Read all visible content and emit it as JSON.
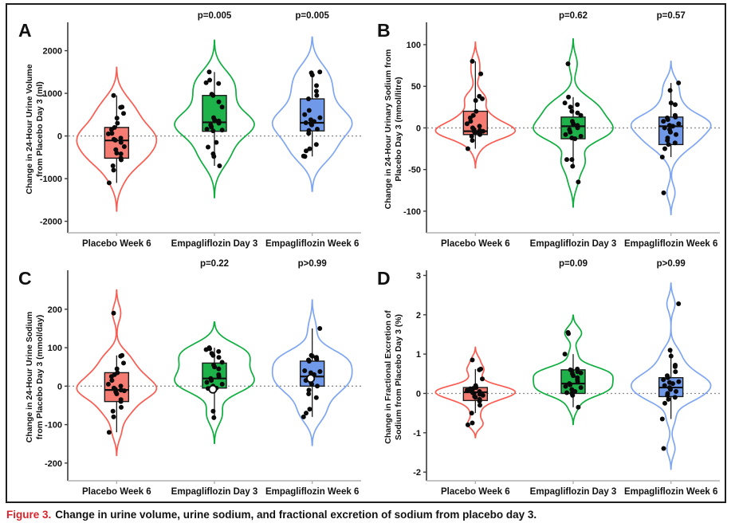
{
  "caption": {
    "label": "Figure 3.",
    "text": "Change in urine volume, urine sodium, and fractional excretion of sodium from placebo day 3."
  },
  "colors": {
    "red_fill": "#F47C72",
    "red_stroke": "#FB5B51",
    "green_fill": "#1EB24B",
    "green_stroke": "#0EAE3E",
    "blue_fill": "#7199E9",
    "blue_stroke": "#7FA6F3",
    "dot": "#0a0a0a",
    "zero_line": "#8c8c8c",
    "axis": "#3c3c3c",
    "baseline": "#b0b0b0",
    "box_border": "#1a1a1a",
    "caption_red": "#D8232A"
  },
  "categories": [
    "Placebo Week 6",
    "Empagliflozin Day 3",
    "Empagliflozin Week 6"
  ],
  "chart_data": [
    {
      "id": "A",
      "type": "violin-box-scatter",
      "panel_letter": "A",
      "ylabel_lines": [
        "Change in 24-Hour Urine Volume",
        "from Placebo Day 3 (ml)"
      ],
      "ylim": [
        -2270,
        2590
      ],
      "yticks": [
        -2000,
        -1000,
        0,
        1000,
        2000
      ],
      "zero_line": true,
      "p_labels": [
        "",
        "p=0.005",
        "p=0.005"
      ],
      "series": [
        {
          "name": "Placebo Week 6",
          "color": "red",
          "points": [
            950,
            680,
            670,
            530,
            420,
            300,
            200,
            150,
            60,
            50,
            -50,
            -80,
            -100,
            -150,
            -250,
            -320,
            -400,
            -420,
            -520,
            -560,
            -700,
            -800,
            -1100
          ],
          "box": {
            "q1": -520,
            "median": -105,
            "q3": 200,
            "whisker_low": -1100,
            "whisker_high": 950
          },
          "open_point": null
        },
        {
          "name": "Empagliflozin Day 3",
          "color": "green",
          "points": [
            1500,
            1310,
            1250,
            1230,
            980,
            950,
            800,
            680,
            430,
            380,
            350,
            330,
            300,
            260,
            210,
            160,
            140,
            120,
            -150,
            -260,
            -420,
            -480,
            -700
          ],
          "box": {
            "q1": 110,
            "median": 320,
            "q3": 950,
            "whisker_low": -700,
            "whisker_high": 1500
          },
          "open_point": null
        },
        {
          "name": "Empagliflozin Week 6",
          "color": "blue",
          "points": [
            1500,
            1480,
            1430,
            1180,
            1050,
            950,
            870,
            600,
            500,
            430,
            380,
            340,
            310,
            290,
            260,
            160,
            130,
            60,
            -200,
            -300,
            -350,
            -470,
            -480
          ],
          "box": {
            "q1": 120,
            "median": 310,
            "q3": 870,
            "whisker_low": -480,
            "whisker_high": 1500
          },
          "open_point": null
        }
      ]
    },
    {
      "id": "B",
      "type": "violin-box-scatter",
      "panel_letter": "B",
      "ylabel_lines": [
        "Change in 24-Hour Urinary Sodium from",
        "Placebo Day 3 (mmol/litre)"
      ],
      "ylim": [
        -126,
        123
      ],
      "yticks": [
        -100,
        -50,
        0,
        50,
        100
      ],
      "zero_line": true,
      "p_labels": [
        "",
        "p=0.62",
        "p=0.57"
      ],
      "series": [
        {
          "name": "Placebo Week 6",
          "color": "red",
          "points": [
            80,
            65,
            38,
            35,
            33,
            20,
            15,
            12,
            8,
            5,
            2,
            0,
            -2,
            -3,
            -4,
            -5,
            -5,
            -6,
            -6,
            -8,
            -10,
            -15,
            -25
          ],
          "box": {
            "q1": -8,
            "median": -4,
            "q3": 20,
            "whisker_low": -25,
            "whisker_high": 80
          },
          "open_point": null
        },
        {
          "name": "Empagliflozin Day 3",
          "color": "green",
          "points": [
            77,
            37,
            30,
            28,
            25,
            20,
            18,
            15,
            8,
            5,
            3,
            2,
            0,
            -2,
            -5,
            -8,
            -10,
            -12,
            -13,
            -38,
            -38,
            -46,
            -65
          ],
          "box": {
            "q1": -13,
            "median": 2,
            "q3": 13,
            "whisker_low": -46,
            "whisker_high": 37
          },
          "open_point": null
        },
        {
          "name": "Empagliflozin Week 6",
          "color": "blue",
          "points": [
            54,
            45,
            30,
            28,
            15,
            13,
            12,
            10,
            8,
            5,
            3,
            2,
            0,
            -2,
            -5,
            -8,
            -12,
            -15,
            -18,
            -20,
            -25,
            -35,
            -78
          ],
          "box": {
            "q1": -20,
            "median": 2,
            "q3": 13,
            "whisker_low": -35,
            "whisker_high": 54
          },
          "open_point": null
        }
      ]
    },
    {
      "id": "C",
      "type": "violin-box-scatter",
      "panel_letter": "C",
      "ylabel_lines": [
        "Change in 24-Hour Urine Sodium",
        "from Placebo Day 3 (mmol/day)"
      ],
      "ylim": [
        -246,
        293
      ],
      "yticks": [
        -200,
        -100,
        0,
        100,
        200
      ],
      "zero_line": true,
      "p_labels": [
        "",
        "p=0.22",
        "p>0.99"
      ],
      "series": [
        {
          "name": "Placebo Week 6",
          "color": "red",
          "points": [
            190,
            80,
            78,
            60,
            45,
            35,
            30,
            25,
            15,
            5,
            0,
            -5,
            -8,
            -10,
            -12,
            -15,
            -20,
            -35,
            -40,
            -55,
            -65,
            -80,
            -120
          ],
          "box": {
            "q1": -40,
            "median": -10,
            "q3": 35,
            "whisker_low": -120,
            "whisker_high": 80
          },
          "open_point": null
        },
        {
          "name": "Empagliflozin Day 3",
          "color": "green",
          "points": [
            100,
            97,
            95,
            90,
            85,
            80,
            75,
            62,
            55,
            50,
            45,
            30,
            25,
            20,
            15,
            10,
            5,
            0,
            -5,
            -6,
            -65,
            -82
          ],
          "box": {
            "q1": -5,
            "median": 20,
            "q3": 60,
            "whisker_low": -82,
            "whisker_high": 100
          },
          "open_point": -8
        },
        {
          "name": "Empagliflozin Week 6",
          "color": "blue",
          "points": [
            150,
            80,
            78,
            75,
            72,
            70,
            68,
            65,
            40,
            38,
            35,
            30,
            15,
            10,
            5,
            0,
            -10,
            -20,
            -30,
            -60,
            -70,
            -80
          ],
          "box": {
            "q1": 0,
            "median": 25,
            "q3": 65,
            "whisker_low": -80,
            "whisker_high": 150
          },
          "open_point": 20
        }
      ]
    },
    {
      "id": "D",
      "type": "violin-box-scatter",
      "panel_letter": "D",
      "ylabel_lines": [
        "Change in Fractional Excretion of",
        "Sodium from Placebo Day 3 (%)"
      ],
      "ylim": [
        -2.22,
        3.05
      ],
      "yticks": [
        -2,
        -1,
        0,
        1,
        2,
        3
      ],
      "zero_line": true,
      "p_labels": [
        "",
        "p=0.09",
        "p>0.99"
      ],
      "series": [
        {
          "name": "Placebo Week 6",
          "color": "red",
          "points": [
            0.85,
            0.62,
            0.6,
            0.37,
            0.2,
            0.15,
            0.13,
            0.12,
            0.1,
            0.08,
            0.05,
            0.02,
            0.0,
            -0.02,
            -0.05,
            -0.08,
            -0.1,
            -0.15,
            -0.2,
            -0.3,
            -0.5,
            -0.75,
            -0.8
          ],
          "box": {
            "q1": -0.18,
            "median": 0.03,
            "q3": 0.15,
            "whisker_low": -0.5,
            "whisker_high": 0.62
          },
          "open_point": null
        },
        {
          "name": "Empagliflozin Day 3",
          "color": "green",
          "points": [
            1.55,
            1.52,
            1.0,
            0.62,
            0.6,
            0.58,
            0.55,
            0.52,
            0.5,
            0.45,
            0.4,
            0.35,
            0.3,
            0.25,
            0.22,
            0.18,
            0.15,
            0.1,
            0.05,
            0.02,
            0.0,
            -0.05,
            -0.35
          ],
          "box": {
            "q1": 0.0,
            "median": 0.25,
            "q3": 0.6,
            "whisker_low": -0.35,
            "whisker_high": 1.0
          },
          "open_point": null
        },
        {
          "name": "Empagliflozin Week 6",
          "color": "blue",
          "points": [
            2.28,
            1.1,
            0.95,
            0.72,
            0.68,
            0.55,
            0.45,
            0.4,
            0.35,
            0.3,
            0.28,
            0.25,
            0.2,
            0.15,
            0.1,
            0.05,
            0.0,
            -0.05,
            -0.1,
            -0.15,
            -0.25,
            -0.65,
            -1.4
          ],
          "box": {
            "q1": -0.08,
            "median": 0.15,
            "q3": 0.4,
            "whisker_low": -0.65,
            "whisker_high": 1.1
          },
          "open_point": null
        }
      ]
    }
  ]
}
